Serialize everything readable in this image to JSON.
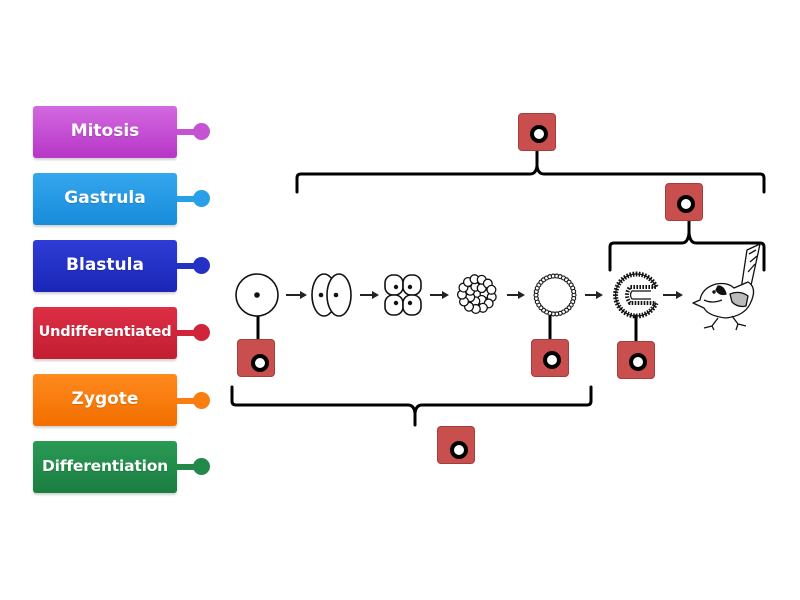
{
  "labels": [
    {
      "id": "mitosis",
      "text": "Mitosis",
      "color_top": "#d36ae0",
      "color_bottom": "#b838c8",
      "knob": "#c454d2"
    },
    {
      "id": "gastrula",
      "text": "Gastrula",
      "color_top": "#35a7ee",
      "color_bottom": "#1a8ddb",
      "knob": "#28a0e8"
    },
    {
      "id": "blastula",
      "text": "Blastula",
      "color_top": "#2e3dd6",
      "color_bottom": "#1c27b8",
      "knob": "#2332c4"
    },
    {
      "id": "undifferentiated",
      "text": "Undifferentiated",
      "color_top": "#dd2f45",
      "color_bottom": "#c41e33",
      "knob": "#d0243b"
    },
    {
      "id": "zygote",
      "text": "Zygote",
      "color_top": "#ff8a1e",
      "color_bottom": "#f27000",
      "knob": "#fa7d0f"
    },
    {
      "id": "differentiation",
      "text": "Differentiation",
      "color_top": "#2a9a55",
      "color_bottom": "#1c7f42",
      "knob": "#22894a"
    }
  ],
  "diagram": {
    "stages": [
      "zygote",
      "two-cell",
      "four-cell",
      "morula",
      "blastula",
      "gastrula",
      "adult-bird"
    ],
    "hotspot_color": "#c94f4f"
  },
  "hotspots": [
    {
      "id": "top-bracket-target"
    },
    {
      "id": "right-bracket-target"
    },
    {
      "id": "zygote-target"
    },
    {
      "id": "blastula-target"
    },
    {
      "id": "gastrula-target"
    },
    {
      "id": "bottom-bracket-target"
    }
  ]
}
